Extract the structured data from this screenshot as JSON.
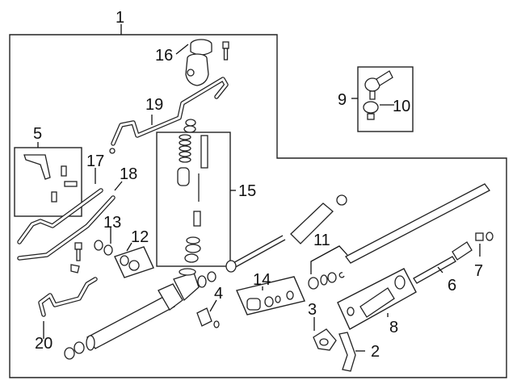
{
  "diagram": {
    "type": "exploded-parts-diagram",
    "subject": "Power steering rack and pinion assembly",
    "callouts": [
      {
        "number": "1",
        "label": "1"
      },
      {
        "number": "2",
        "label": "2"
      },
      {
        "number": "3",
        "label": "3"
      },
      {
        "number": "4",
        "label": "4"
      },
      {
        "number": "5",
        "label": "5"
      },
      {
        "number": "6",
        "label": "6"
      },
      {
        "number": "7",
        "label": "7"
      },
      {
        "number": "8",
        "label": "8"
      },
      {
        "number": "9",
        "label": "9"
      },
      {
        "number": "10",
        "label": "10"
      },
      {
        "number": "11",
        "label": "11"
      },
      {
        "number": "12",
        "label": "12"
      },
      {
        "number": "13",
        "label": "13"
      },
      {
        "number": "14",
        "label": "14"
      },
      {
        "number": "15",
        "label": "15"
      },
      {
        "number": "16",
        "label": "16"
      },
      {
        "number": "17",
        "label": "17"
      },
      {
        "number": "18",
        "label": "18"
      },
      {
        "number": "19",
        "label": "19"
      },
      {
        "number": "20",
        "label": "20"
      }
    ]
  }
}
